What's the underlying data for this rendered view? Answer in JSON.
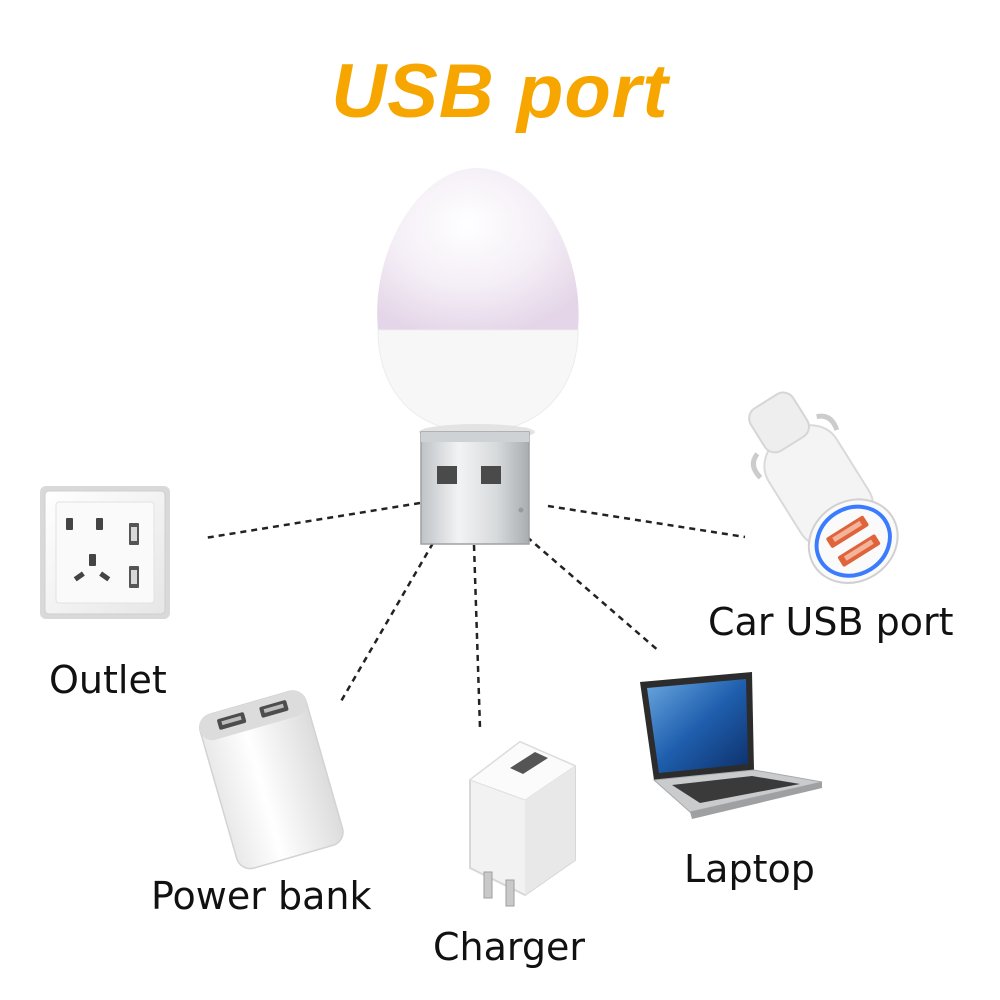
{
  "title": "USB port",
  "colors": {
    "title": "#F7A600",
    "text": "#111111",
    "connector": "#222222"
  },
  "labels": {
    "outlet": "Outlet",
    "car": "Car USB port",
    "power_bank": "Power bank",
    "charger": "Charger",
    "laptop": "Laptop"
  },
  "icons": {
    "lamp": "usb-egg-lamp-icon",
    "outlet": "wall-outlet-icon",
    "car": "car-charger-icon",
    "power_bank": "power-bank-icon",
    "charger": "wall-charger-icon",
    "laptop": "laptop-icon"
  }
}
